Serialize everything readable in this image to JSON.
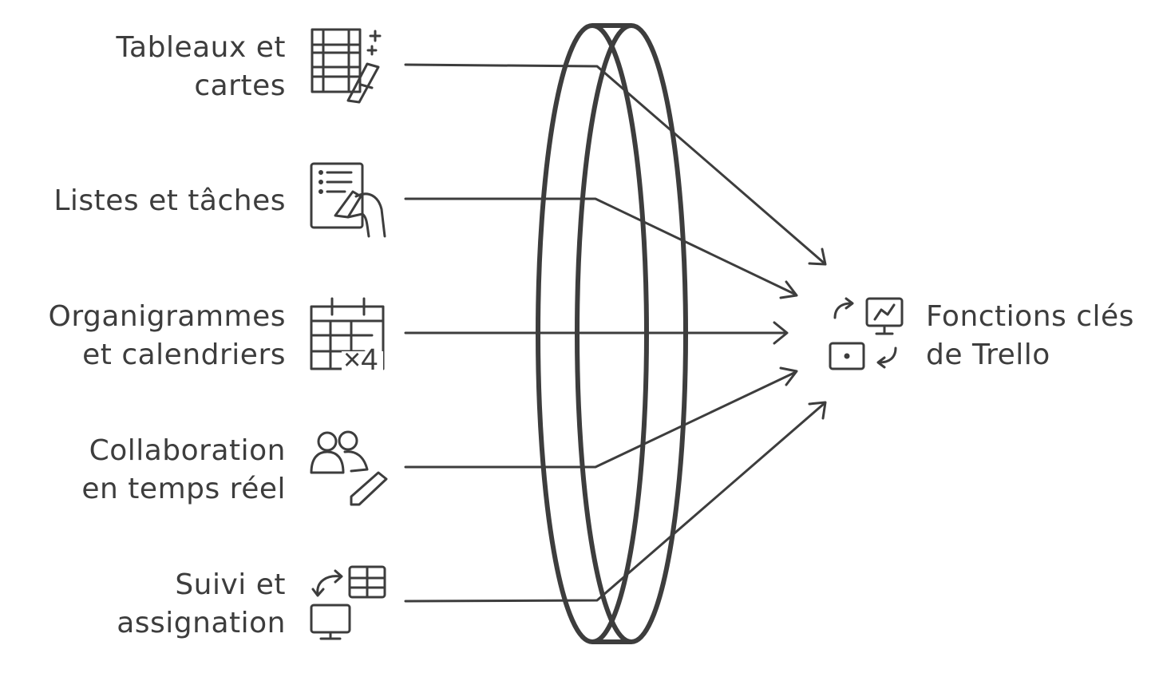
{
  "inputs": [
    {
      "line1": "Tableaux et",
      "line2": "cartes",
      "icon": "board-edit-icon"
    },
    {
      "line1": "Listes et tâches",
      "line2": "",
      "icon": "task-list-icon"
    },
    {
      "line1": "Organigrammes",
      "line2": "et calendriers",
      "icon": "calendar-icon"
    },
    {
      "line1": "Collaboration",
      "line2": "en temps réel",
      "icon": "team-edit-icon"
    },
    {
      "line1": "Suivi et",
      "line2": "assignation",
      "icon": "tracking-icon"
    }
  ],
  "output": {
    "line1": "Fonctions clés",
    "line2": "de Trello",
    "icon": "features-icon"
  },
  "calendar_badge": "×4"
}
